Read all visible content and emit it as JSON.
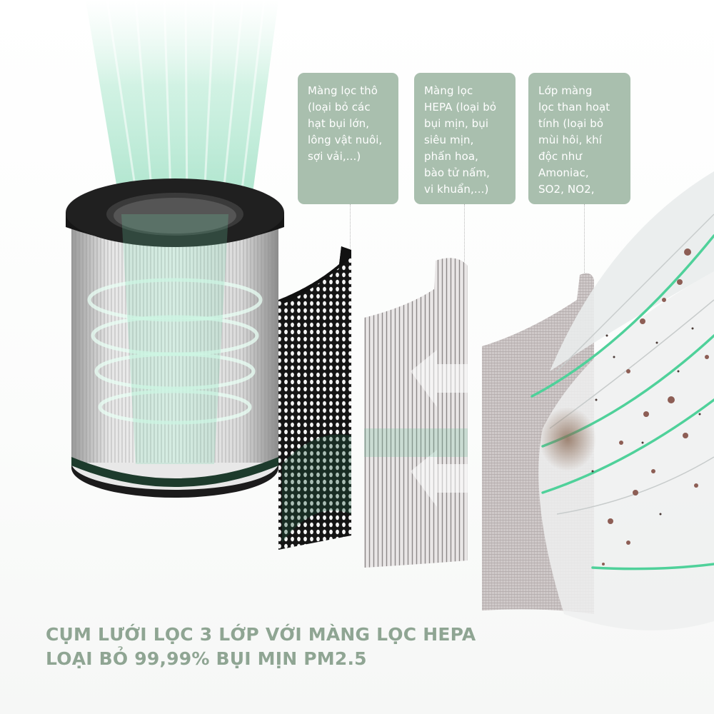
{
  "callouts": [
    {
      "label": "Màng lọc thô\n(loại bỏ các\nhạt bụi lớn,\nlông vật nuôi,\nsợi vải,...)"
    },
    {
      "label": "Màng lọc\nHEPA (loại bỏ\nbụi mịn, bụi\nsiêu mịn,\nphấn hoa,\nbào tử nấm,\nvi khuẩn,...)"
    },
    {
      "label": "Lớp màng\nlọc than hoạt\ntính (loại bỏ\nmùi hôi, khí\nđộc như\nAmoniac,\nSO2, NO2,"
    }
  ],
  "headline": {
    "line1": "CỤM LƯỚI LỌC 3 LỚP VỚI MÀNG LỌC HEPA",
    "line2": "LOẠI BỎ 99,99% BỤI MỊN PM2.5"
  },
  "colors": {
    "callout_bg": "#a9bfae",
    "headline": "#8fa593",
    "airflow_green": "#3fc08a",
    "filter_black": "#1a1a1a"
  },
  "icons": {
    "filter_cylinder": "hepa-filter-cylinder-icon",
    "prefilter_mesh": "prefilter-mesh-panel-icon",
    "hepa_pleats": "hepa-pleated-panel-icon",
    "carbon_layer": "activated-carbon-panel-icon",
    "airflow": "airflow-arrows-icon",
    "dust": "dust-particles-icon"
  }
}
